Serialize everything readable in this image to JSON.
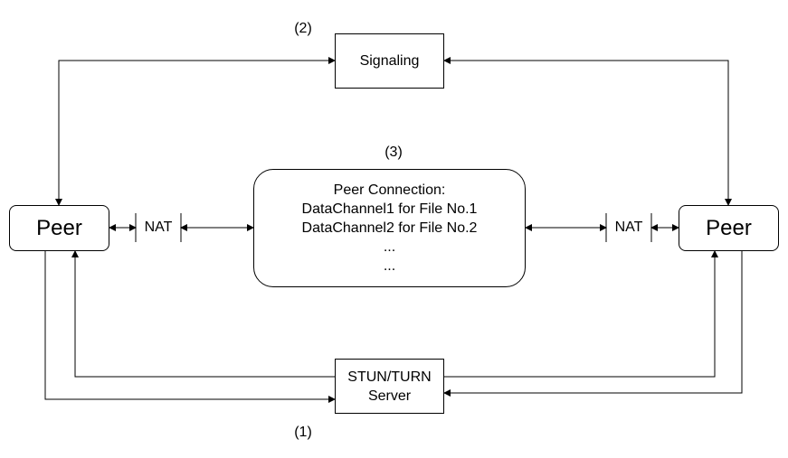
{
  "diagram": {
    "step_labels": {
      "stun": "(1)",
      "signaling": "(2)",
      "peer_connection": "(3)"
    },
    "nodes": {
      "signaling": "Signaling",
      "stun_line1": "STUN/TURN",
      "stun_line2": "Server",
      "peer_left": "Peer",
      "peer_right": "Peer",
      "nat_left": "NAT",
      "nat_right": "NAT",
      "pc_lines": [
        "Peer Connection:",
        "DataChannel1 for File No.1",
        "DataChannel2 for File No.2",
        "...",
        "..."
      ]
    },
    "colors": {
      "stroke": "#000000",
      "background": "#ffffff"
    }
  }
}
